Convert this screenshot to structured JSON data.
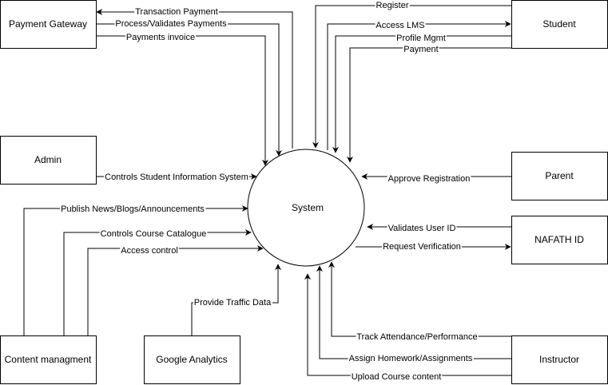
{
  "diagram": {
    "type": "context-level data flow diagram",
    "process": {
      "id": "system",
      "label": "System"
    },
    "entities": [
      {
        "id": "payment-gateway",
        "label": "Payment Gateway"
      },
      {
        "id": "admin",
        "label": "Admin"
      },
      {
        "id": "content-management",
        "label": "Content managment"
      },
      {
        "id": "google-analytics",
        "label": "Google Analytics"
      },
      {
        "id": "student",
        "label": "Student"
      },
      {
        "id": "parent",
        "label": "Parent"
      },
      {
        "id": "nafath-id",
        "label": "NAFATH ID"
      },
      {
        "id": "instructor",
        "label": "Instructor"
      }
    ],
    "flows": [
      {
        "id": "transaction-payment",
        "label": "Transaction Payment",
        "from": "system",
        "to": "payment-gateway"
      },
      {
        "id": "process-validates-payments",
        "label": "Process/Validates Payments",
        "from": "payment-gateway",
        "to": "system"
      },
      {
        "id": "payments-invoice",
        "label": "Payments invoice",
        "from": "payment-gateway",
        "to": "system"
      },
      {
        "id": "controls-sis",
        "label": "Controls Student Information System",
        "from": "admin",
        "to": "system"
      },
      {
        "id": "publish-news",
        "label": "Publish News/Blogs/Announcements",
        "from": "content-management",
        "to": "system"
      },
      {
        "id": "controls-course-catalogue",
        "label": "Controls Course Catalogue",
        "from": "content-management",
        "to": "system"
      },
      {
        "id": "access-control",
        "label": "Access control",
        "from": "content-management",
        "to": "system"
      },
      {
        "id": "provide-traffic-data",
        "label": "Provide Traffic Data",
        "from": "google-analytics",
        "to": "system"
      },
      {
        "id": "register",
        "label": "Register",
        "from": "student",
        "to": "system"
      },
      {
        "id": "access-lms",
        "label": "Access LMS",
        "from": "system",
        "to": "student"
      },
      {
        "id": "profile-mgmt",
        "label": "Profile Mgmt",
        "from": "student",
        "to": "system"
      },
      {
        "id": "payment",
        "label": "Payment",
        "from": "student",
        "to": "system"
      },
      {
        "id": "approve-registration",
        "label": "Approve Registration",
        "from": "parent",
        "to": "system"
      },
      {
        "id": "validates-user-id",
        "label": "Validates User ID",
        "from": "nafath-id",
        "to": "system"
      },
      {
        "id": "request-verification",
        "label": "Request Verification",
        "from": "system",
        "to": "nafath-id"
      },
      {
        "id": "track-attendance",
        "label": "Track Attendance/Performance",
        "from": "instructor",
        "to": "system"
      },
      {
        "id": "assign-homework",
        "label": "Assign Homework/Assignments",
        "from": "instructor",
        "to": "system"
      },
      {
        "id": "upload-course-content",
        "label": "Upload Course content",
        "from": "instructor",
        "to": "system"
      }
    ]
  }
}
